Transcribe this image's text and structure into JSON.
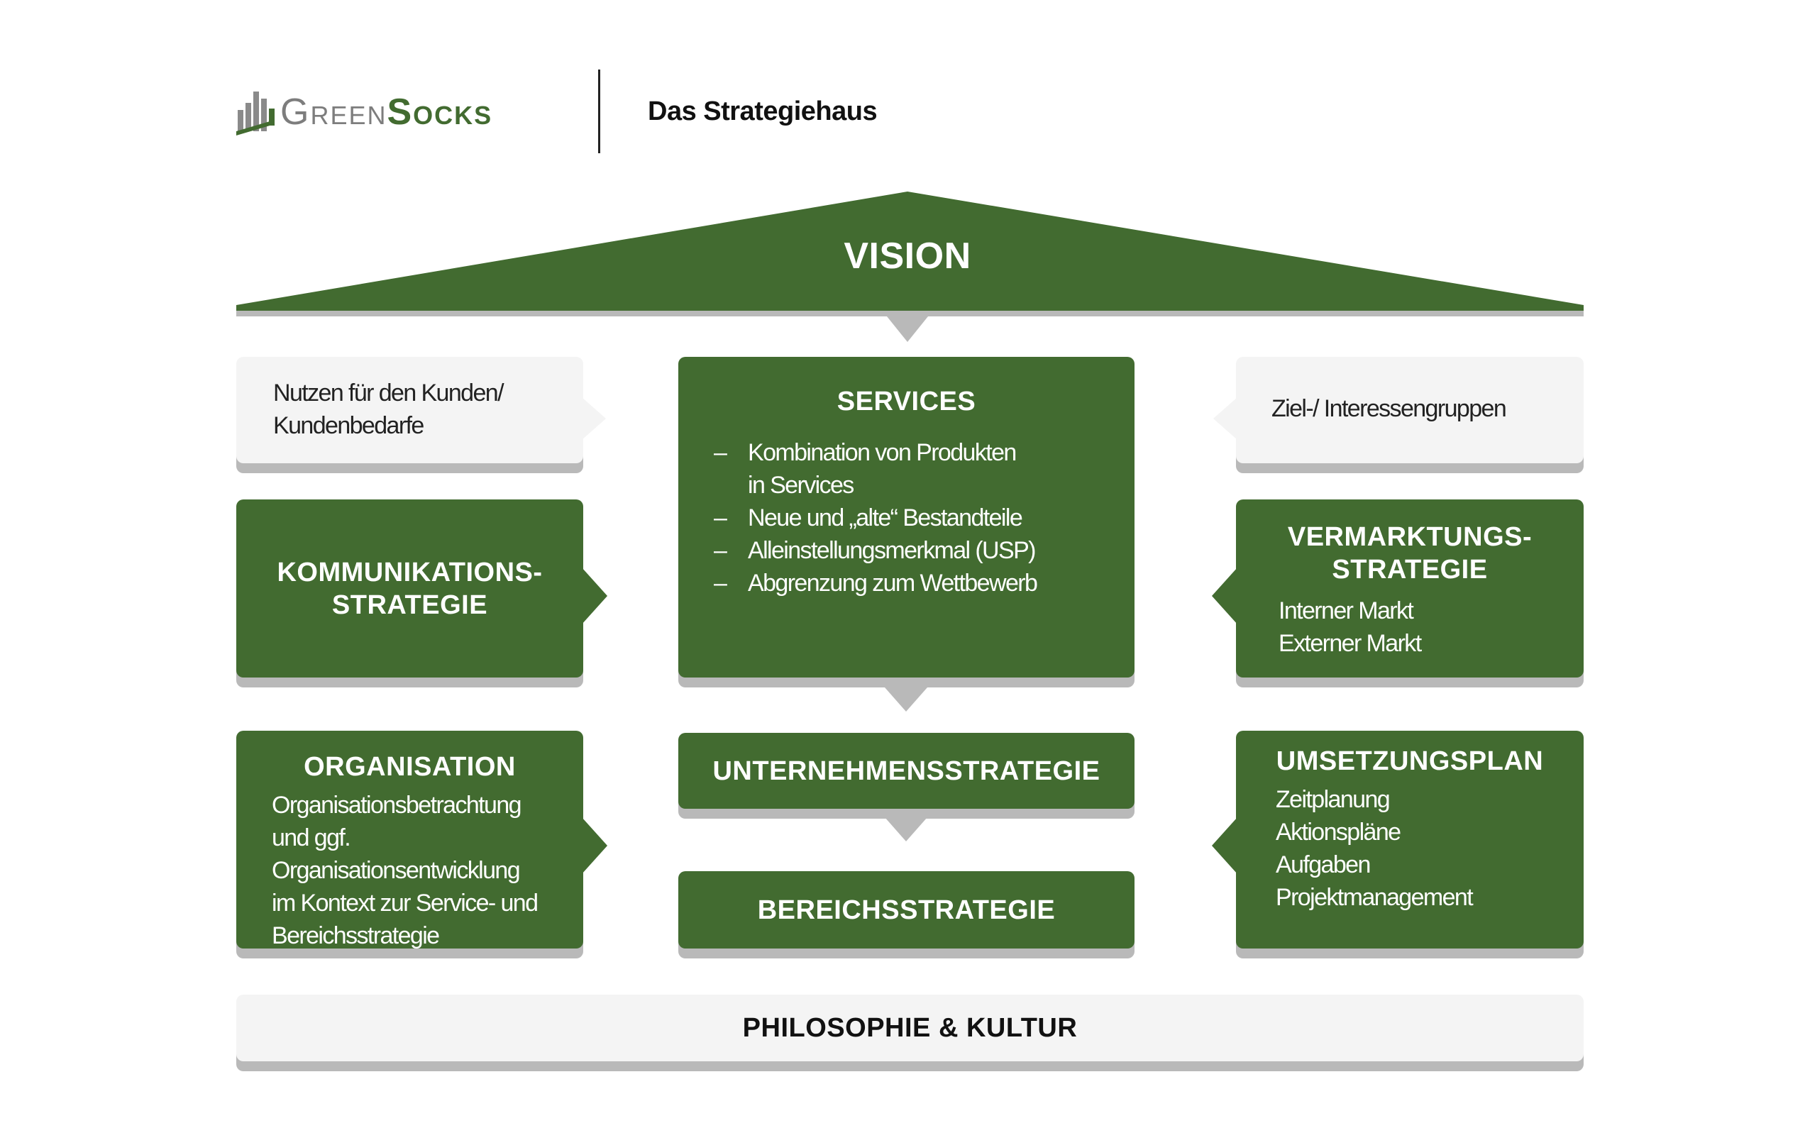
{
  "header": {
    "logo_text_a": "Green",
    "logo_text_b": "Socks",
    "title": "Das Strategiehaus"
  },
  "roof": {
    "label": "VISION"
  },
  "left": {
    "customer_benefit": "Nutzen für den Kunden/ Kundenbedarfe",
    "communication": {
      "title": "KOMMUNIKATIONS-\nSTRATEGIE"
    },
    "organisation": {
      "title": "ORGANISATION",
      "text": "Organisationsbetrachtung und ggf. Organisationsentwicklung im Kontext zur Service- und Bereichsstrategie"
    }
  },
  "center": {
    "services": {
      "title": "SERVICES",
      "items": [
        "Kombination von Produkten in Services",
        "Neue und „alte“ Bestandteile",
        "Alleinstellungsmerkmal (USP)",
        "Abgrenzung zum Wettbewerb"
      ]
    },
    "corporate": "UNTERNEHMENSSTRATEGIE",
    "division": "BEREICHSSTRATEGIE"
  },
  "right": {
    "target_groups": "Ziel-/ Interessengruppen",
    "marketing": {
      "title": "VERMARKTUNGS-\nSTRATEGIE",
      "items": [
        "Interner Markt",
        "Externer Markt"
      ]
    },
    "implementation": {
      "title": "UMSETZUNGSPLAN",
      "items": [
        "Zeitplanung",
        "Aktionspläne",
        "Aufgaben",
        "Projektmanagement"
      ]
    }
  },
  "foundation": "PHILOSOPHIE & KULTUR",
  "colors": {
    "green": "#426b30",
    "shadow": "#b9b9b9",
    "light": "#f4f4f4"
  }
}
